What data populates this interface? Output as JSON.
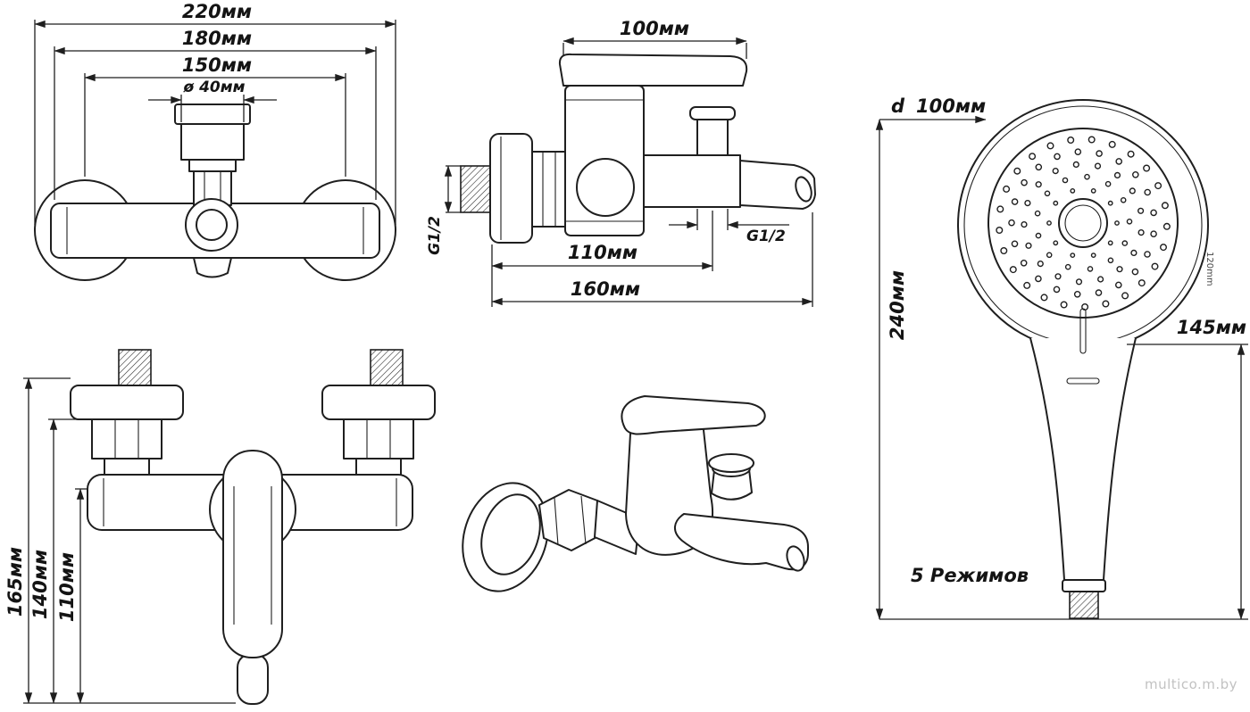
{
  "front_view": {
    "dim_220": "220мм",
    "dim_180": "180мм",
    "dim_150": "150мм",
    "dim_40": "ø 40мм"
  },
  "side_view": {
    "dim_100": "100мм",
    "thread_left": "G1/2",
    "dim_110": "110мм",
    "thread_right": "G1/2",
    "dim_160": "160мм"
  },
  "shower_view": {
    "d_prefix": "d",
    "dim_100": "100мм",
    "dim_240": "240мм",
    "dim_145": "145мм",
    "note_small": "120mm",
    "modes": "5 Режимов"
  },
  "lower_front_view": {
    "dim_165": "165мм",
    "dim_140": "140мм",
    "dim_110": "110мм"
  },
  "watermark": "multico.m.by"
}
